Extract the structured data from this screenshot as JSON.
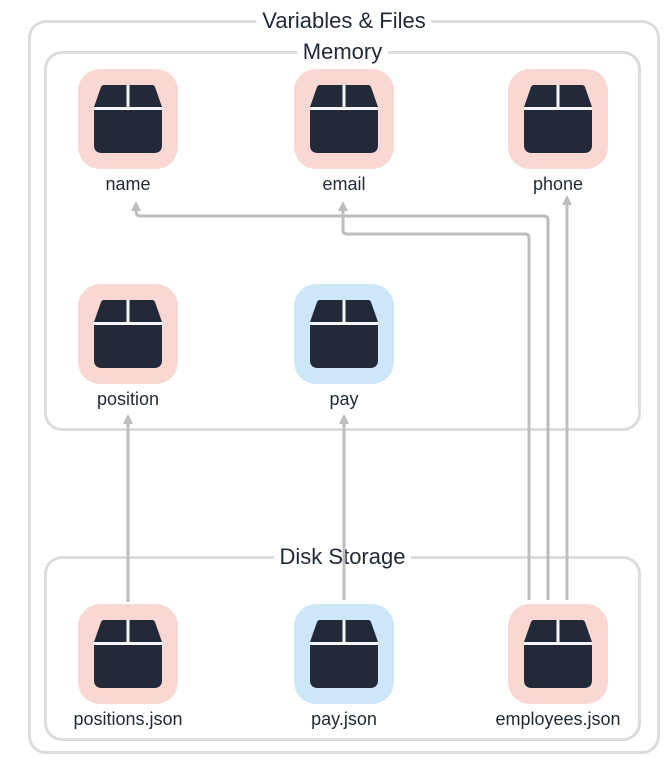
{
  "groups": {
    "outer_title": "Variables & Files",
    "memory_title": "Memory",
    "disk_title": "Disk Storage"
  },
  "nodes": {
    "name": "name",
    "email": "email",
    "phone": "phone",
    "position": "position",
    "pay": "pay",
    "positions_json": "positions.json",
    "pay_json": "pay.json",
    "employees_json": "employees.json"
  },
  "colors": {
    "pink_tile": "#f9d7d3",
    "blue_tile": "#cde6f8",
    "icon_dark": "#222a3a",
    "arrow_gray": "#bdbdbd",
    "border_gray": "#dcdcdc"
  },
  "icons": {
    "variable": "box-icon",
    "file": "box-icon"
  }
}
